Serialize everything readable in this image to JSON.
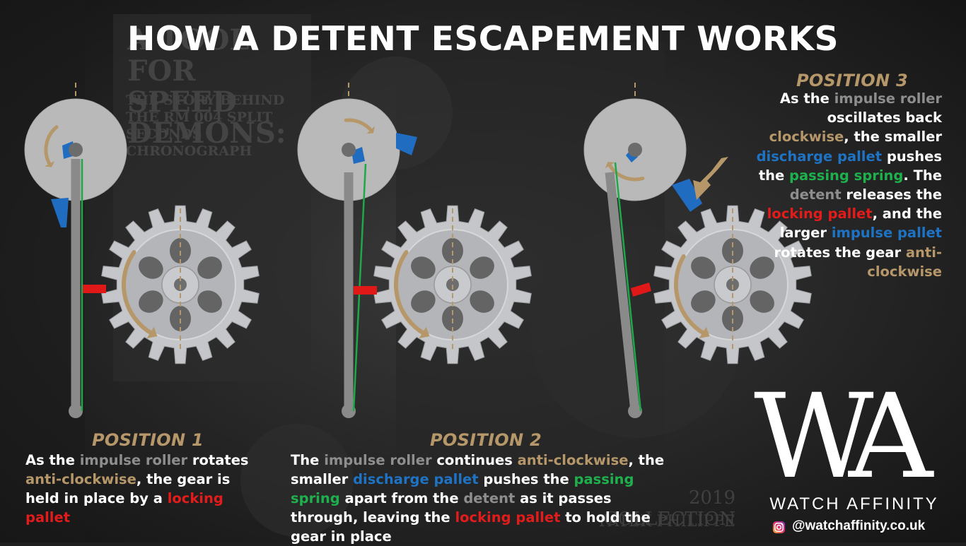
{
  "title": "HOW A DETENT ESCAPEMENT WORKS",
  "positions": [
    {
      "heading": "POSITION 1",
      "text": [
        {
          "t": "As the ",
          "c": "white"
        },
        {
          "t": "impulse roller",
          "c": "gray"
        },
        {
          "t": " rotates ",
          "c": "white"
        },
        {
          "t": "anti-clockwise",
          "c": "tan"
        },
        {
          "t": ", the gear is held in place by a ",
          "c": "white"
        },
        {
          "t": "locking pallet",
          "c": "red"
        }
      ]
    },
    {
      "heading": "POSITION 2",
      "text": [
        {
          "t": "The ",
          "c": "white"
        },
        {
          "t": "impulse roller",
          "c": "gray"
        },
        {
          "t": " continues ",
          "c": "white"
        },
        {
          "t": "anti-clockwise",
          "c": "tan"
        },
        {
          "t": ", the smaller ",
          "c": "white"
        },
        {
          "t": "discharge pallet",
          "c": "blue"
        },
        {
          "t": " pushes the ",
          "c": "white"
        },
        {
          "t": "passing spring",
          "c": "green"
        },
        {
          "t": " apart from the ",
          "c": "white"
        },
        {
          "t": "detent",
          "c": "gray"
        },
        {
          "t": " as it passes through, leaving the ",
          "c": "white"
        },
        {
          "t": "locking pallet",
          "c": "red"
        },
        {
          "t": " to hold the gear in place",
          "c": "white"
        }
      ]
    },
    {
      "heading": "POSITION 3",
      "text": [
        {
          "t": "As the ",
          "c": "white"
        },
        {
          "t": "impulse roller",
          "c": "gray"
        },
        {
          "t": " oscillates back ",
          "c": "white"
        },
        {
          "t": "clockwise",
          "c": "tan"
        },
        {
          "t": ", the smaller ",
          "c": "white"
        },
        {
          "t": "discharge pallet",
          "c": "blue"
        },
        {
          "t": " pushes the ",
          "c": "white"
        },
        {
          "t": "passing spring",
          "c": "green"
        },
        {
          "t": ". The ",
          "c": "white"
        },
        {
          "t": "detent",
          "c": "gray"
        },
        {
          "t": " releases the ",
          "c": "white"
        },
        {
          "t": "locking pallet",
          "c": "red"
        },
        {
          "t": ", and the larger ",
          "c": "white"
        },
        {
          "t": "impulse pallet",
          "c": "blue"
        },
        {
          "t": " rotates the gear ",
          "c": "white"
        },
        {
          "t": "anti-clockwise",
          "c": "tan"
        }
      ]
    }
  ],
  "background_text": [
    "A TOOL FOR SPEED DEMONS:",
    "THE STORY BEHIND THE RM 004 SPLIT SECONDS CHRONOGRAPH",
    "2019 COLLECTION",
    "PATEK PHILIPPE"
  ],
  "logo": {
    "letters": "WA",
    "brand": "WATCH AFFINITY",
    "handle": "@watchaffinity.co.uk",
    "icon": "instagram-icon"
  },
  "colors": {
    "roller": "#b9b9b9",
    "gear": "#c4c6c9",
    "detent": "#8a8a8a",
    "impulse_pallet": "#1f6cc0",
    "discharge_pallet": "#1f6cc0",
    "passing_spring": "#1fa84a",
    "locking_pallet": "#e01818",
    "arrow": "#b6976a",
    "heading": "#b6976a"
  }
}
